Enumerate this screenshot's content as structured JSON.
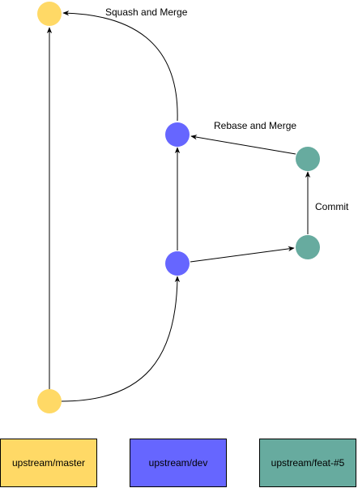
{
  "colors": {
    "master": "#FFD966",
    "dev": "#6666FF",
    "feature": "#67AB9F",
    "edge": "#000000"
  },
  "edge_labels": {
    "squash_and_merge": "Squash and Merge",
    "rebase_and_merge": "Rebase and Merge",
    "commit": "Commit"
  },
  "legend": {
    "master": "upstream/master",
    "dev": "upstream/dev",
    "feature": "upstream/feat-#5"
  }
}
